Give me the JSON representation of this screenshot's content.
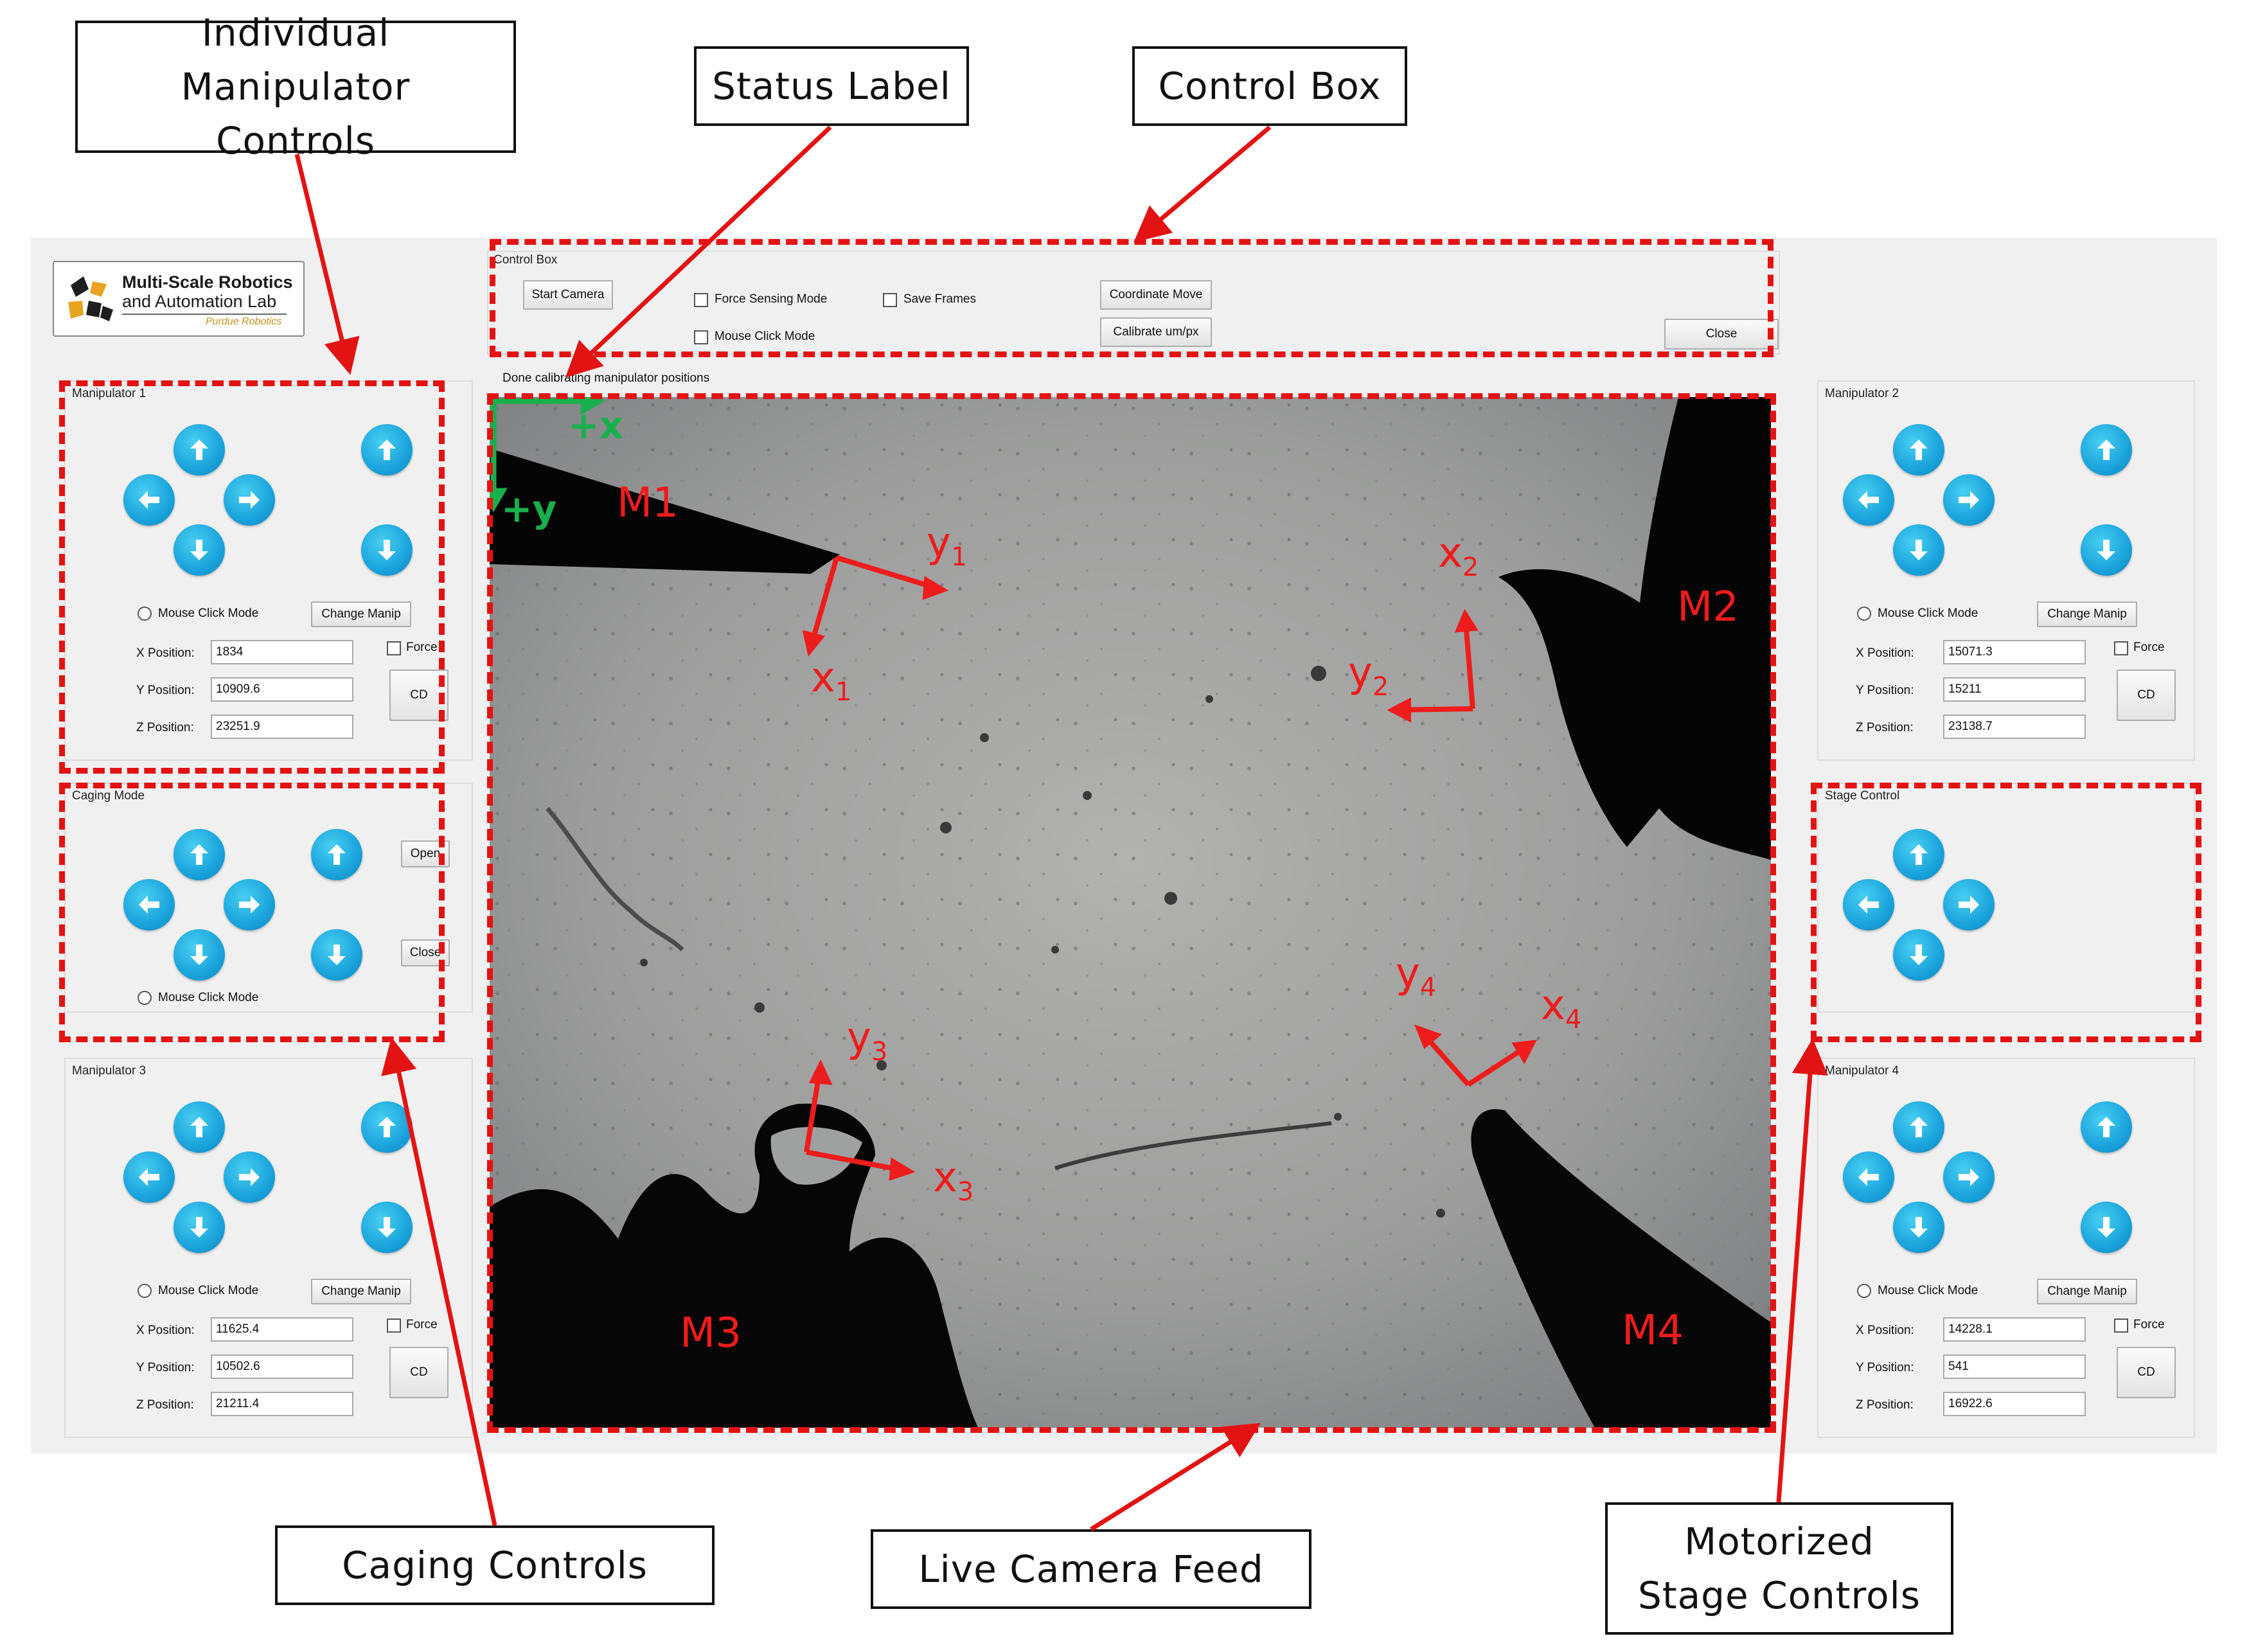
{
  "callouts": {
    "individual_manipulator_controls": "Individual Manipulator Controls",
    "status_label": "Status Label",
    "control_box": "Control Box",
    "caging_controls": "Caging Controls",
    "live_camera_feed": "Live Camera Feed",
    "motorized_stage_controls": "Motorized Stage Controls"
  },
  "logo": {
    "line1": "Multi-Scale Robotics",
    "line2": "and Automation Lab",
    "line3": "Purdue Robotics"
  },
  "control_box": {
    "title": "Control Box",
    "start_camera": "Start Camera",
    "force_sensing_mode": "Force Sensing Mode",
    "mouse_click_mode": "Mouse Click Mode",
    "save_frames": "Save Frames",
    "coordinate_move": "Coordinate Move",
    "calibrate": "Calibrate um/px",
    "close": "Close"
  },
  "status_text": "Done calibrating manipulator positions",
  "common": {
    "mouse_click_mode": "Mouse Click Mode",
    "change_manip": "Change Manip",
    "force": "Force",
    "cd": "CD",
    "x_label": "X Position:",
    "y_label": "Y Position:",
    "z_label": "Z Position:"
  },
  "manipulators": [
    {
      "title": "Manipulator 1",
      "x": "1834",
      "y": "10909.6",
      "z": "23251.9"
    },
    {
      "title": "Manipulator 2",
      "x": "15071.3",
      "y": "15211",
      "z": "23138.7"
    },
    {
      "title": "Manipulator 3",
      "x": "11625.4",
      "y": "10502.6",
      "z": "21211.4"
    },
    {
      "title": "Manipulator 4",
      "x": "14228.1",
      "y": "541",
      "z": "16922.6"
    }
  ],
  "caging": {
    "title": "Caging Mode",
    "open": "Open",
    "close": "Close"
  },
  "stage": {
    "title": "Stage Control"
  },
  "feed_labels": {
    "m1": "M1",
    "m2": "M2",
    "m3": "M3",
    "m4": "M4",
    "x1": "x",
    "y1": "y",
    "x2": "x",
    "y2": "y",
    "x3": "x",
    "y3": "y",
    "x4": "x",
    "y4": "y",
    "sub1": "1",
    "sub2": "2",
    "sub3": "3",
    "sub4": "4",
    "plus_x": "+x",
    "plus_y": "+y"
  },
  "colors": {
    "accent_blue": "#1aa3dc",
    "annotation_red": "#e31313",
    "axis_green": "#18b04c",
    "window_bg": "#f0f0f0"
  },
  "icons": [
    "arrow-up-icon",
    "arrow-down-icon",
    "arrow-left-icon",
    "arrow-right-icon"
  ]
}
